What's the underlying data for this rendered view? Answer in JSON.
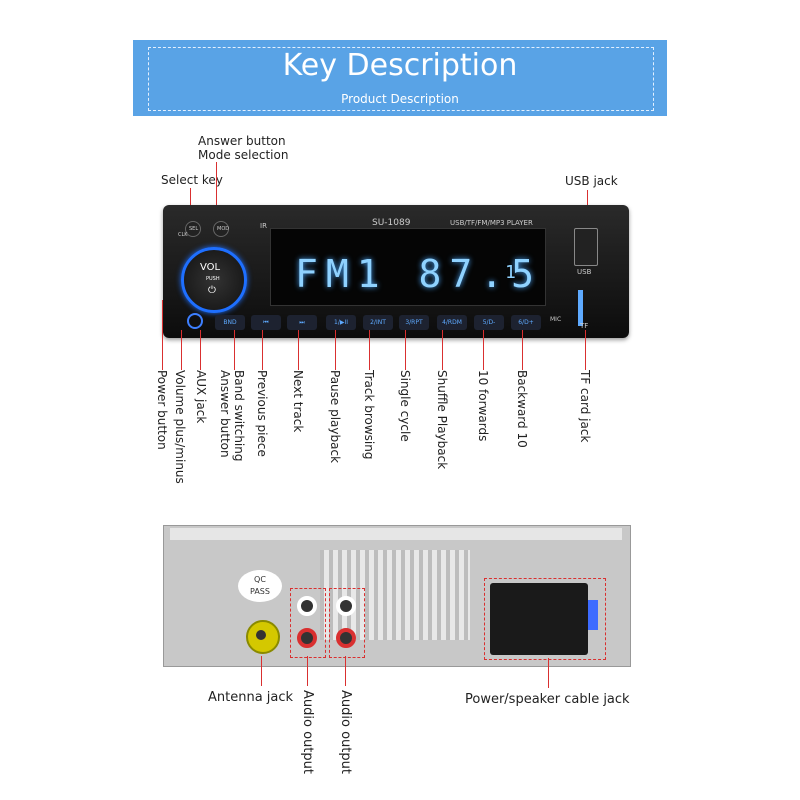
{
  "banner": {
    "title": "Key Description",
    "subtitle": "Product Description",
    "color": "#59a3e6"
  },
  "device": {
    "model": "SU-1089",
    "formats": "USB/TF/FM/MP3 PLAYER",
    "ir": "IR",
    "display_main": "FM1 87.5",
    "display_ch": "1",
    "knob_label": "VOL",
    "knob_push": "PUSH",
    "knob_power": "⏻",
    "usb_port_label": "USB",
    "tf_port_label": "TF",
    "mic_label": "MIC",
    "clk": "CLK",
    "sel": "SEL",
    "mod": "MOD",
    "buttons": [
      "BND",
      "⏮",
      "⏭",
      "1/▶II",
      "2/INT",
      "3/RPT",
      "4/RDM",
      "5/D-",
      "6/D+"
    ]
  },
  "labels": {
    "answer_button": "Answer button",
    "mode_selection": "Mode selection",
    "select_key": "Select key",
    "usb_jack": "USB jack",
    "vertical": [
      "Power button",
      "Volume plus/minus",
      "AUX jack",
      "Band switching\nAnswer button",
      "Previous piece",
      "Next track",
      "Pause playback",
      "Track browsing",
      "Single cycle",
      "Shuffle Playback",
      "10 forwards",
      "Backward 10",
      "TF card jack"
    ]
  },
  "back": {
    "qc": "QC\nPASS",
    "antenna_jack": "Antenna jack",
    "audio_output_1": "Audio output",
    "audio_output_2": "Audio output",
    "power_speaker": "Power/speaker cable jack"
  }
}
